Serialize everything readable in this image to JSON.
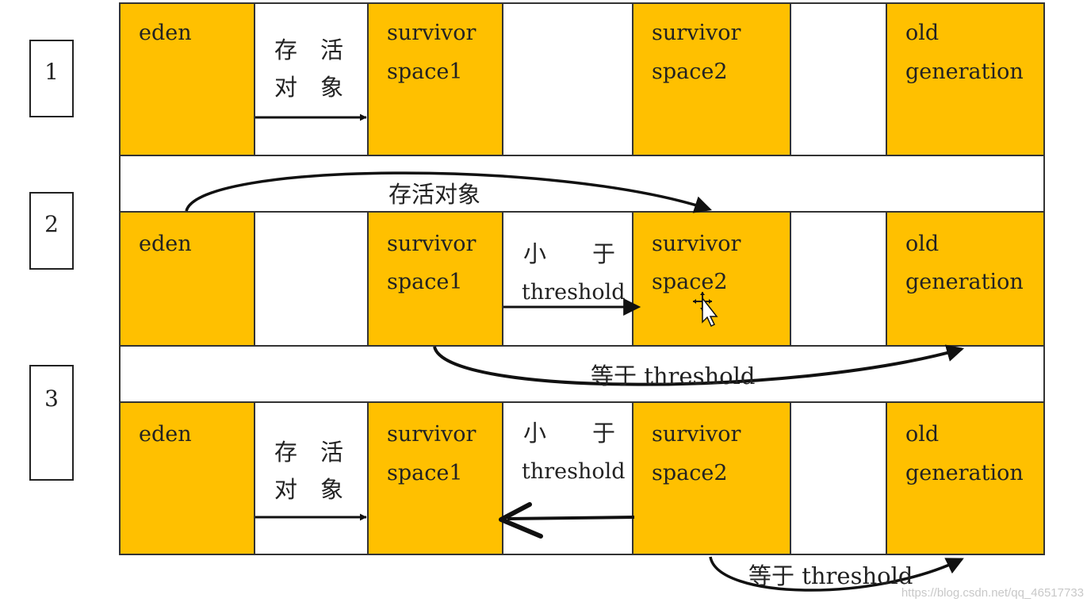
{
  "steps": [
    "1",
    "2",
    "3"
  ],
  "labels": {
    "eden": "eden",
    "survivor": "survivor",
    "space1": "space1",
    "space2": "space2",
    "old": "old",
    "generation": "generation",
    "survive_a": "存　活",
    "survive_b": "对　象",
    "survive_full": "存活对象",
    "less_a": "小　　于",
    "threshold": "threshold",
    "equal_threshold": "等于 threshold"
  },
  "colors": {
    "region_fill": "#FFC000",
    "border": "#333333",
    "arrow": "#111111"
  },
  "watermark": "https://blog.csdn.net/qq_46517733"
}
